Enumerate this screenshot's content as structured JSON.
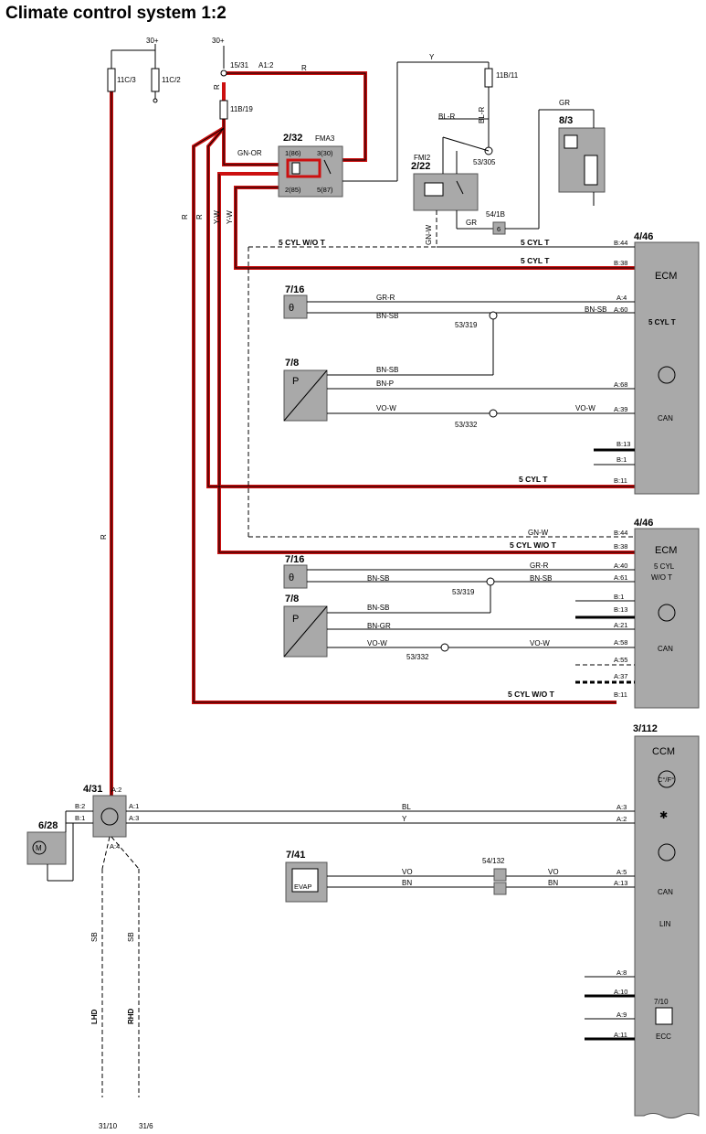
{
  "title": "Climate control system 1:2",
  "labels": {
    "supply_30_a": "30+",
    "supply_30_b": "30+",
    "fuse_11c3": "11C/3",
    "fuse_11c2": "11C/2",
    "fuse_11b19": "11B/19",
    "fuse_11b11": "11B/11",
    "conn_1531": "15/31",
    "conn_a12": "A1:2",
    "relay_232": "2/32",
    "relay_232_name": "FMA3",
    "relay_222": "2/22",
    "relay_222_name": "FMI2",
    "relay_83": "8/3",
    "ground_53305": "53/305",
    "conn_541b": "54/1B",
    "ecm_a": "4/46",
    "ecm_b": "4/46",
    "ecm_text": "ECM",
    "ecm_a_variant": "5 CYL T",
    "ecm_b_variant": "5 CYL\nW/O T",
    "sensor_716_a": "7/16",
    "sensor_716_b": "7/16",
    "sensor_78_a": "7/8",
    "sensor_78_b": "7/8",
    "splice_53319_a": "53/319",
    "splice_53319_b": "53/319",
    "splice_53332_a": "53/332",
    "splice_53332_b": "53/332",
    "ccm": "3/112",
    "ccm_text": "CCM",
    "ccm_degree": "C°/F°",
    "ccm_lin": "LIN",
    "ccm_can": "CAN",
    "module_431": "4/31",
    "fan_628": "6/28",
    "sensor_741": "7/41",
    "sensor_741_sub": "EVAP",
    "conn_54132": "54/132",
    "sensor_710": "7/10",
    "sensor_710_name": "ECC",
    "ground_3110": "31/10",
    "ground_316": "31/6",
    "lhd": "LHD",
    "rhd": "RHD",
    "can_a": "CAN",
    "can_b": "CAN",
    "p_a": "P",
    "p_b": "P",
    "theta": "θ",
    "fan_sym": "M"
  },
  "wire_colors": {
    "R": "R",
    "Y": "Y",
    "BL_R": "BL-R",
    "GN_OR": "GN-OR",
    "GN_W": "GN-W",
    "GR": "GR",
    "Y_W": "Y-W",
    "GR_R": "GR-R",
    "BN_SB": "BN-SB",
    "BN_P": "BN-P",
    "VO_W": "VO-W",
    "BN_GR": "BN-GR",
    "SB": "SB",
    "BL": "BL",
    "VO": "VO",
    "BN": "BN"
  },
  "variants": {
    "cyl_wo_t": "5 CYL W/O T",
    "cyl_t": "5 CYL T"
  },
  "pins": {
    "b44": "B:44",
    "b38": "B:38",
    "a4": "A:4",
    "a60": "A:60",
    "a68": "A:68",
    "a39": "A:39",
    "b13": "B:13",
    "b1": "B:1",
    "b11": "B:11",
    "a40": "A:40",
    "a61": "A:61",
    "a21": "A:21",
    "a58": "A:58",
    "a55": "A:55",
    "a37": "A:37",
    "a2": "A:2",
    "a1": "A:1",
    "a3": "A:3",
    "b2": "B:2",
    "a5": "A:5",
    "a13": "A:13",
    "a8": "A:8",
    "a10": "A:10",
    "a9": "A:9",
    "a11": "A:11",
    "a4p": "A:4",
    "r86": "1(86)",
    "r30": "3(30)",
    "r85": "2(85)",
    "r87": "5(87)"
  },
  "colors": {
    "wire_red": "#cc1010",
    "component_gray": "#a9a9a9"
  }
}
